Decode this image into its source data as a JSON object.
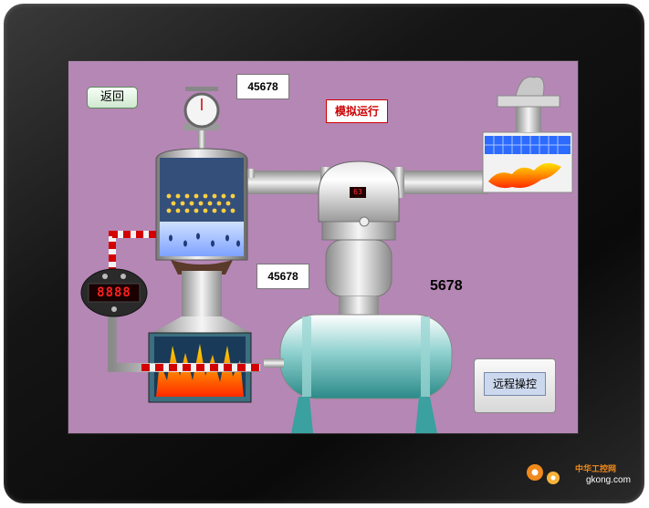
{
  "screen": {
    "back_button": "返回",
    "sim_button": "模拟运行",
    "remote_button": "远程操控",
    "value_top": "45678",
    "value_mid": "45678",
    "value_large": "5678",
    "tank_display": "63",
    "gauge_display": "8888"
  },
  "brand": {
    "cn": "中华工控网",
    "en": "gkong.com"
  },
  "colors": {
    "background": "#b587b5",
    "pipe": "#c8c8c8",
    "flame": "#ff8a00",
    "accent_red": "#d00000"
  }
}
